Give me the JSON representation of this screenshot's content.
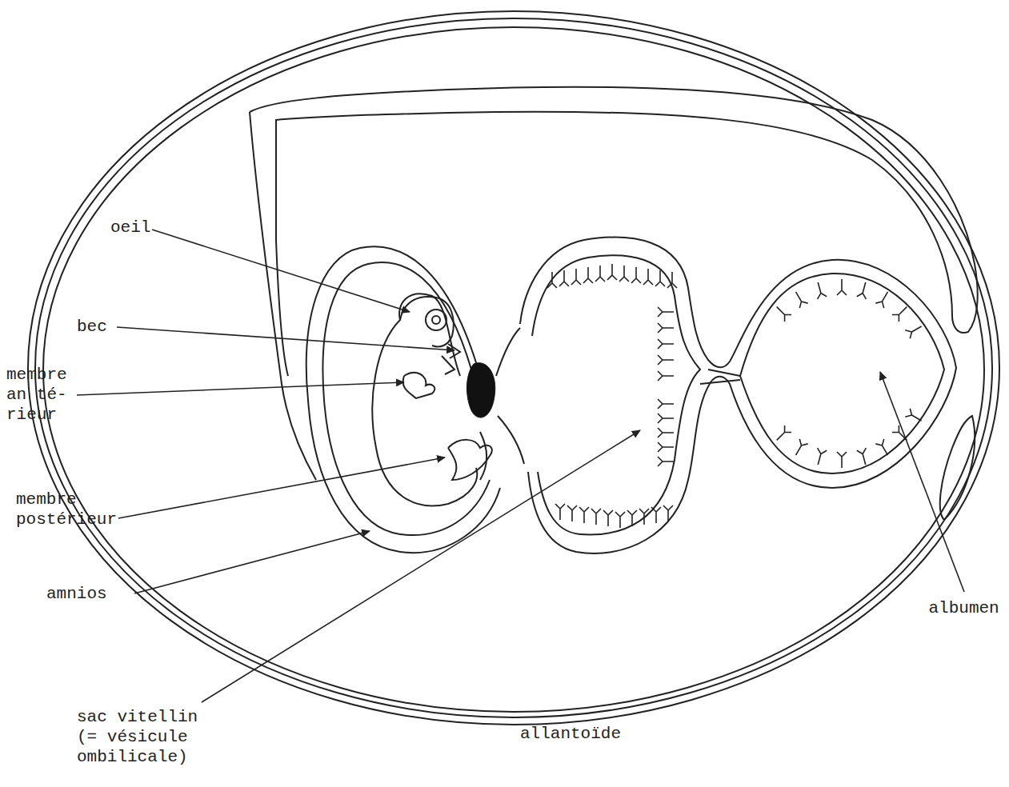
{
  "diagram": {
    "labels": [
      "oeil",
      "bec",
      "membre an té- rieur",
      "membre postérieur",
      "amnios",
      "sac vitellin (= vésicule ombilicale)",
      "allantoïde",
      "albumen"
    ]
  }
}
